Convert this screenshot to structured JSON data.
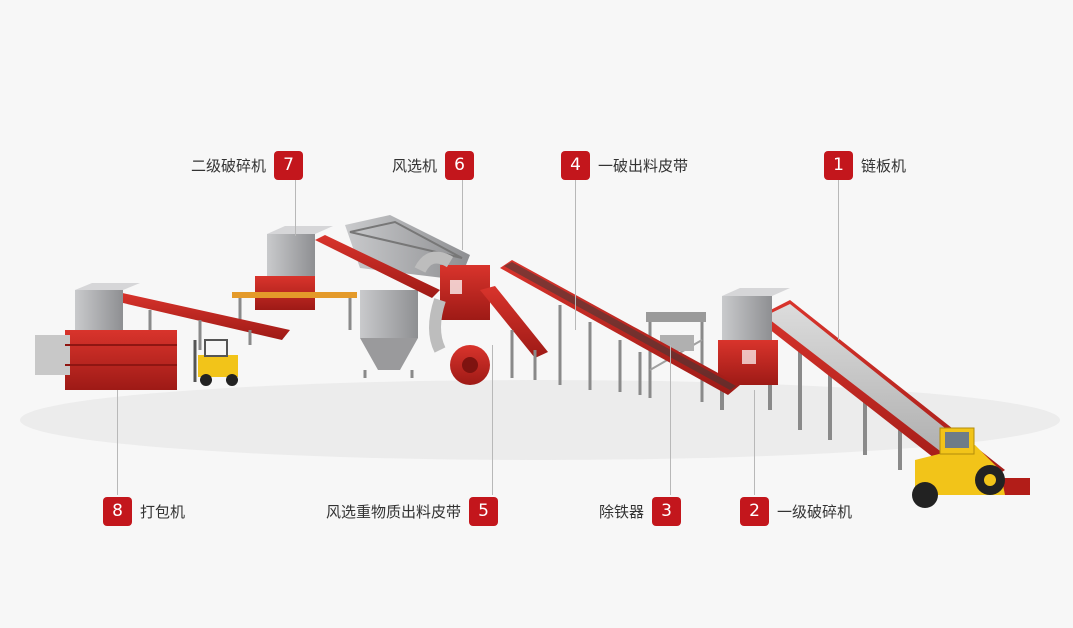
{
  "callouts": [
    {
      "number": "1",
      "label": "链板机"
    },
    {
      "number": "2",
      "label": "一级破碎机"
    },
    {
      "number": "3",
      "label": "除铁器"
    },
    {
      "number": "4",
      "label": "一破出料皮带"
    },
    {
      "number": "5",
      "label": "风选重物质出料皮带"
    },
    {
      "number": "6",
      "label": "风选机"
    },
    {
      "number": "7",
      "label": "二级破碎机"
    },
    {
      "number": "8",
      "label": "打包机"
    }
  ],
  "colors": {
    "accent": "#c3161c",
    "machine_red": "#c8241f",
    "machine_grey": "#a9aaac",
    "loader_yellow": "#f2c419",
    "background": "#f7f7f7"
  }
}
